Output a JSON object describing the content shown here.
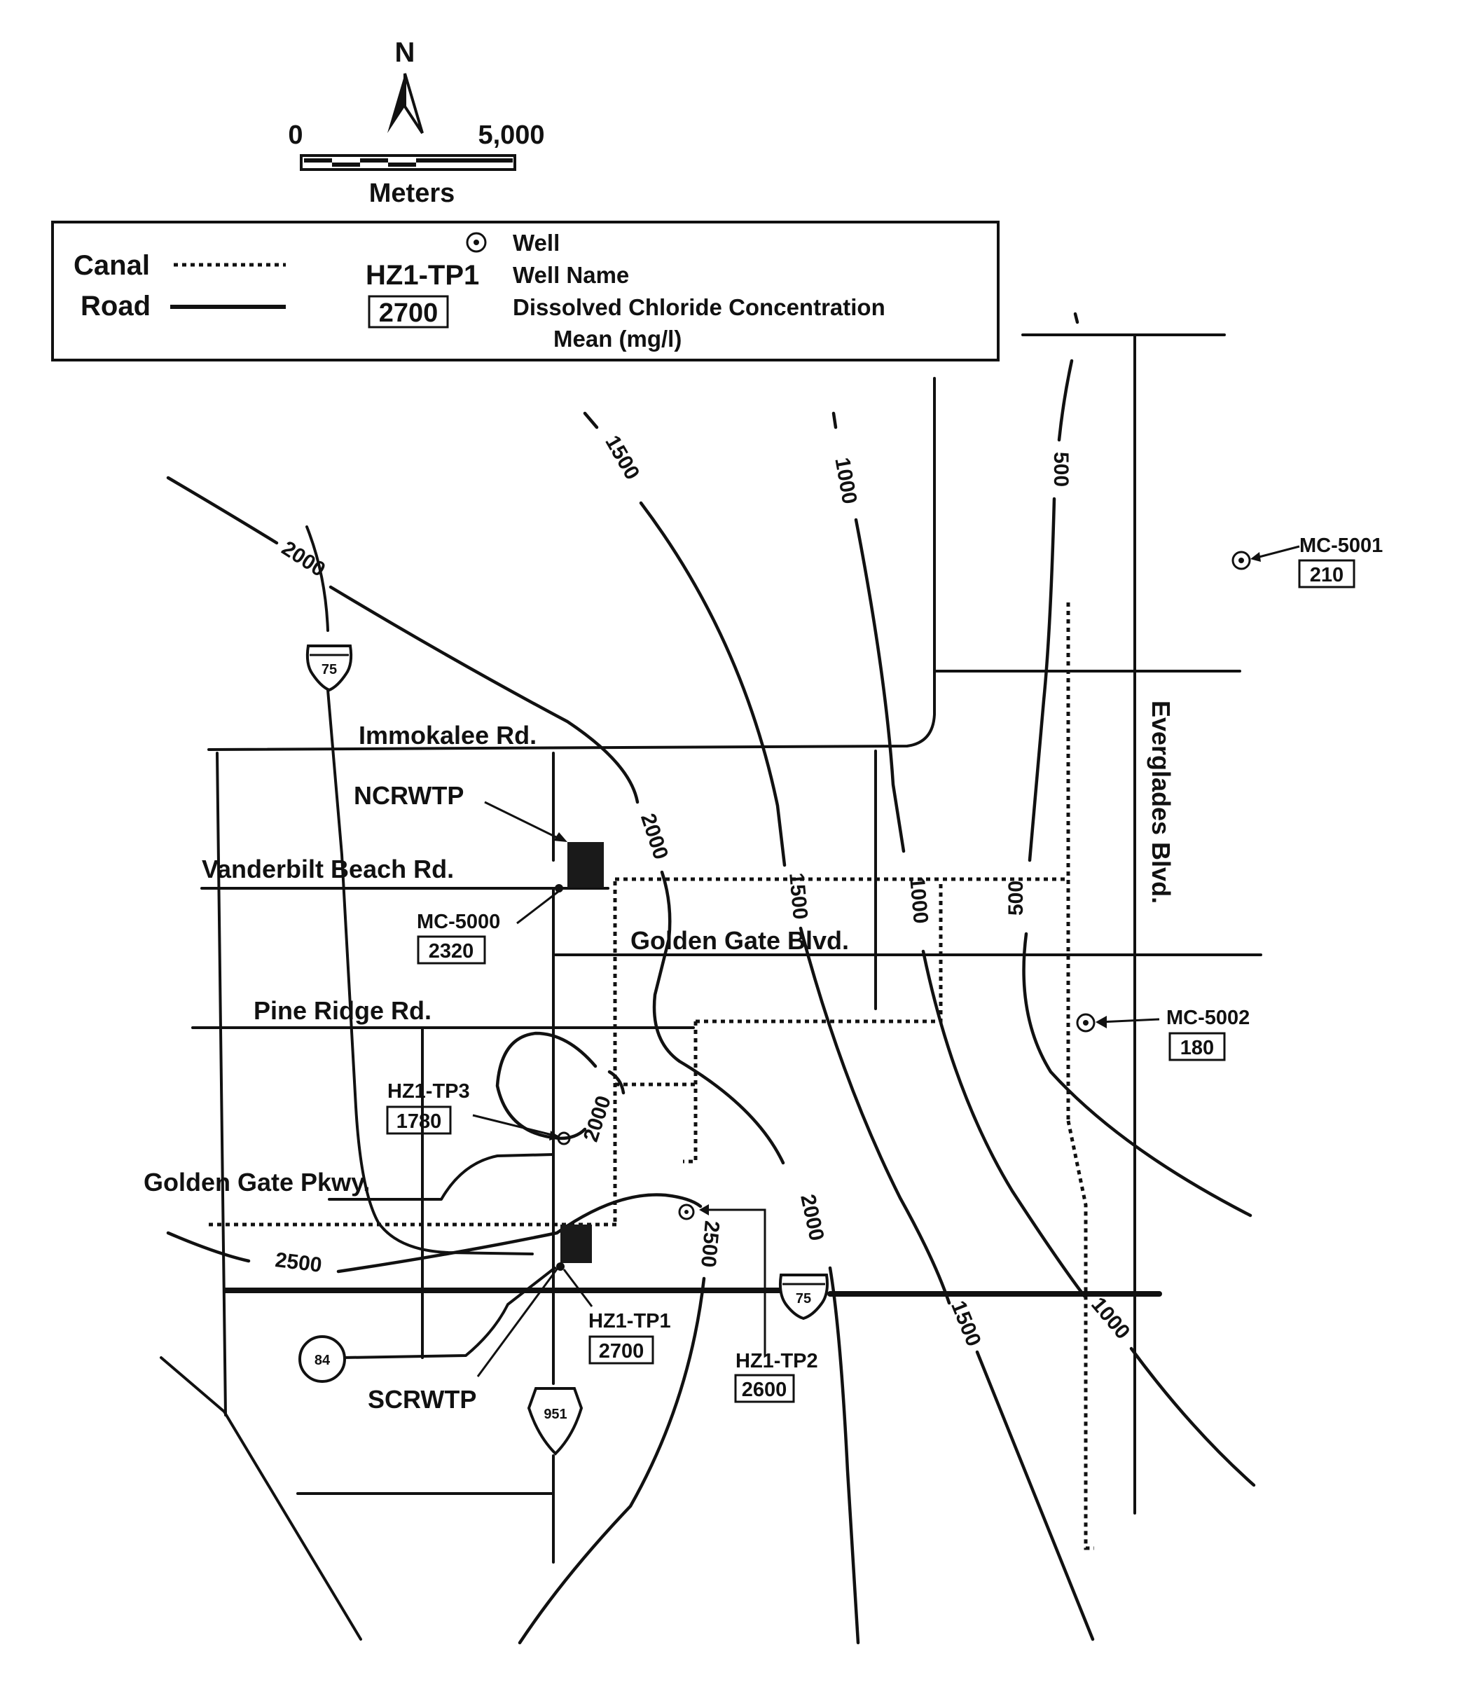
{
  "north_arrow": {
    "letter": "N"
  },
  "scale_bar": {
    "min_label": "0",
    "max_label": "5,000",
    "unit": "Meters"
  },
  "legend": {
    "canal_label": "Canal",
    "road_label": "Road",
    "well_label": "Well",
    "well_name_sample": "HZ1-TP1",
    "well_name_label": "Well Name",
    "concentration_sample": "2700",
    "concentration_label_line1": "Dissolved Chloride Concentration",
    "concentration_label_line2": "Mean (mg/l)"
  },
  "roads": {
    "immokalee": "Immokalee Rd.",
    "vanderbilt": "Vanderbilt Beach Rd.",
    "golden_gate_blvd": "Golden Gate Blvd.",
    "pine_ridge": "Pine Ridge Rd.",
    "golden_gate_pkwy": "Golden Gate Pkwy.",
    "everglades": "Everglades Blvd."
  },
  "shields": {
    "i75_north": "75",
    "i75_south": "75",
    "sr84": "84",
    "cr951": "951"
  },
  "facilities": {
    "ncrwtp": "NCRWTP",
    "scrwtp": "SCRWTP"
  },
  "wells": [
    {
      "name": "MC-5001",
      "chloride": "210"
    },
    {
      "name": "MC-5000",
      "chloride": "2320"
    },
    {
      "name": "MC-5002",
      "chloride": "180"
    },
    {
      "name": "HZ1-TP3",
      "chloride": "1780"
    },
    {
      "name": "HZ1-TP1",
      "chloride": "2700"
    },
    {
      "name": "HZ1-TP2",
      "chloride": "2600"
    }
  ],
  "contours": {
    "c2000_nw": "2000",
    "c2000_mid": "2000",
    "c2000_loop": "2000",
    "c2000_east": "2000",
    "c2500_west": "2500",
    "c2500_south": "2500",
    "c1500_north": "1500",
    "c1500_mid": "1500",
    "c1500_south": "1500",
    "c1000_north": "1000",
    "c1000_mid": "1000",
    "c1000_south": "1000",
    "c500_north": "500",
    "c500_mid": "500"
  },
  "colors": {
    "ink": "#111111",
    "background": "#ffffff"
  }
}
